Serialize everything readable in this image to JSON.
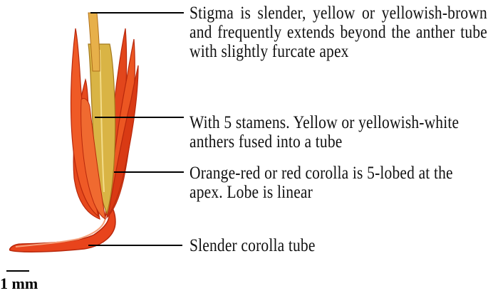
{
  "labels": {
    "stigma": "Stigma is slender, yellow or yellowish-brown and frequently extends beyond the anther tube with slightly furcate apex",
    "stamens": "With 5 stamens. Yellow or yellowish-white anthers fused into a tube",
    "corolla": "Orange-red or red corolla is 5-lobed at the apex. Lobe is linear",
    "tube": "Slender corolla tube"
  },
  "scale": {
    "text": "1 mm"
  },
  "colors": {
    "corolla": "#e8441c",
    "corolla_dark": "#b8280c",
    "anther_tube": "#d9b445",
    "stigma": "#e7b04a",
    "background": "#ffffff"
  }
}
